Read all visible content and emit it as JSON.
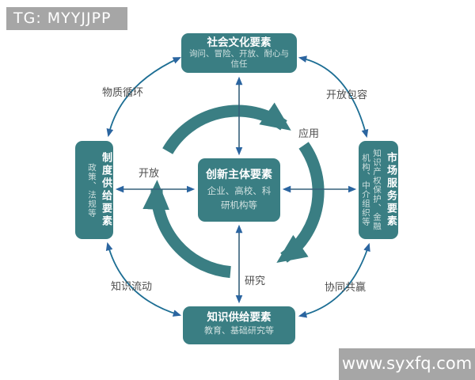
{
  "header": {
    "tag_label": "TG: MYYJJPP"
  },
  "watermark": {
    "site_label": "www.syxfq.com"
  },
  "colors": {
    "node_teal": "#3a7e83",
    "cycle_arrow_teal": "#3a7e83",
    "connector_blue": "#1d6e94",
    "cross_line": "#35607a",
    "small_arrowhead_blue": "#2b65a0",
    "bar_gray": "#a6a6a6",
    "label_gray": "#4d4d4d"
  },
  "diagram": {
    "center": {
      "title": "创新主体要素",
      "subtitle": "企业、高校、科研机构等"
    },
    "top": {
      "title": "社会文化要素",
      "subtitle": "询问、冒险、开放、耐心与信任"
    },
    "left": {
      "title": "制度供给要素",
      "subtitle": "政策、法规等"
    },
    "right": {
      "title": "市场服务要素",
      "subtitle": "知识产权保护、金融机构、中介组织等"
    },
    "bottom": {
      "title": "知识供给要素",
      "subtitle": "教育、基础研究等"
    },
    "labels": {
      "material_cycle": "物质循环",
      "open_inclusive": "开放包容",
      "apply": "应用",
      "open": "开放",
      "research": "研究",
      "knowledge_flow": "知识流动",
      "win_win": "协同共赢"
    }
  }
}
